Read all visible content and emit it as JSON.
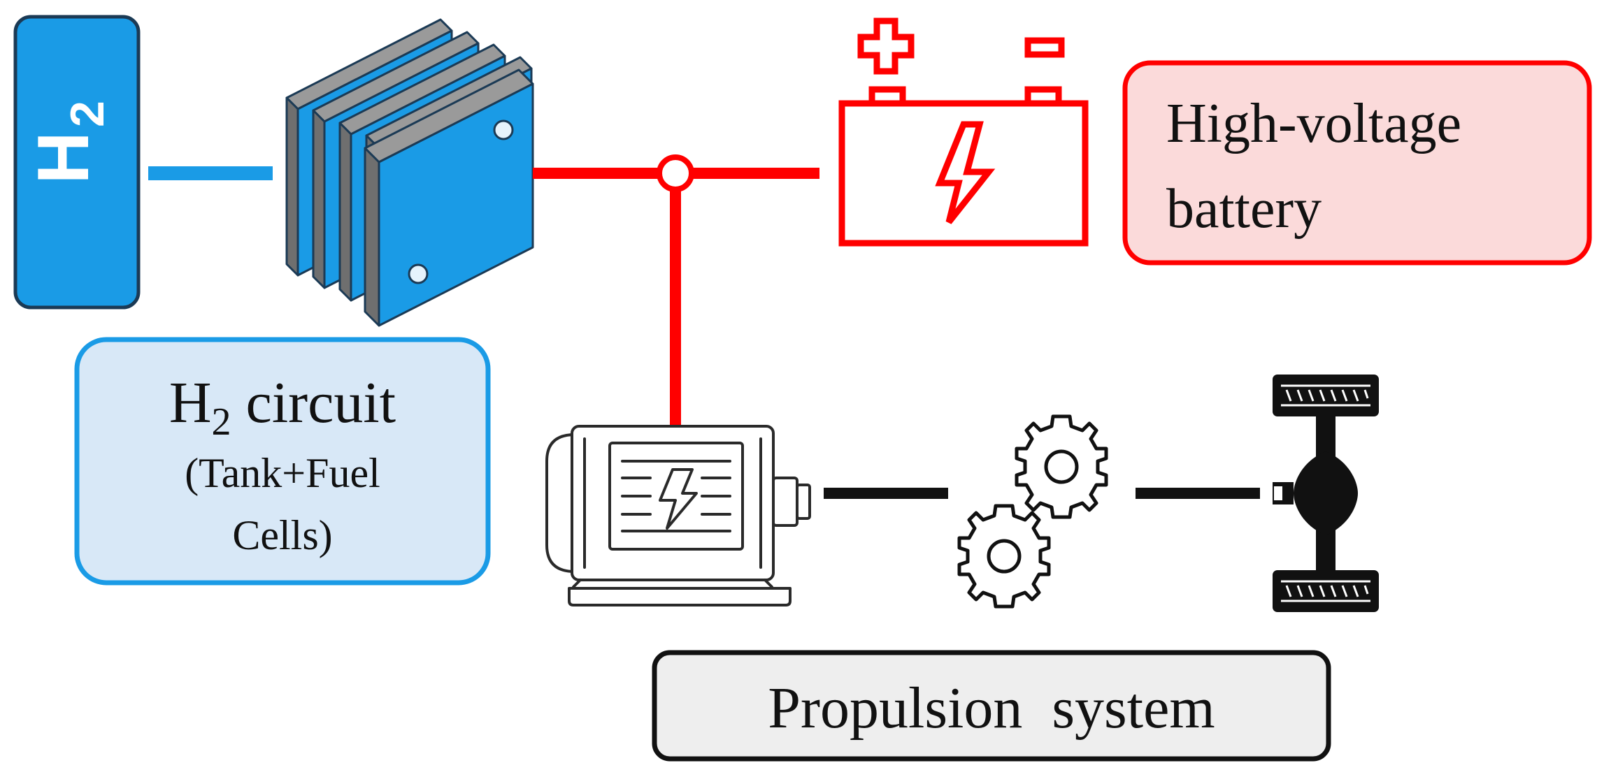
{
  "h2_tank": {
    "symbol": "H",
    "subscript": "2",
    "color": "#1a9be6"
  },
  "h2_circuit": {
    "title_main": "H",
    "title_sub": "2",
    "title_rest": " circuit",
    "line1": "(Tank+Fuel",
    "line2": "Cells)",
    "fill": "#d8e8f7",
    "border": "#1a9be6"
  },
  "battery": {
    "label_line1": "High-voltage",
    "label_line2": "battery",
    "plus": "+",
    "minus": "−",
    "fill": "#fbdada",
    "color": "#ff0000"
  },
  "propulsion": {
    "label": "Propulsion  system",
    "fill": "#eeeeee",
    "border": "#111111"
  }
}
